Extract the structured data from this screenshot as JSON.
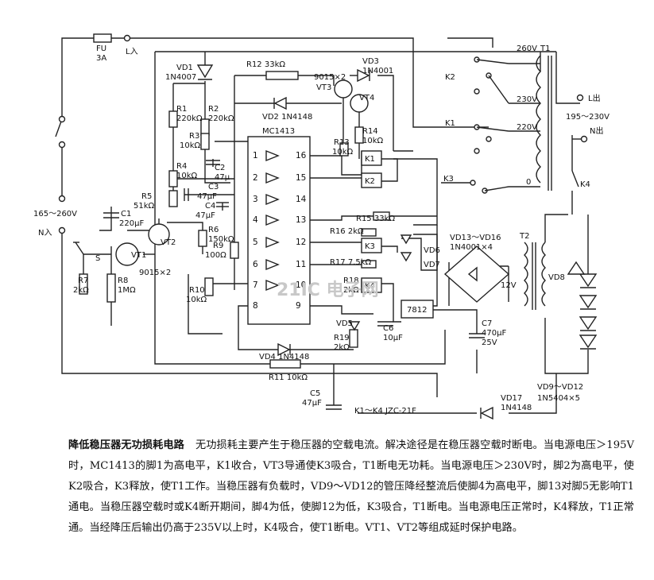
{
  "diagram": {
    "fuse": [
      "FU",
      "3A"
    ],
    "l_in": "L入",
    "n_in": "N入",
    "input_range": "165～260V",
    "l_out": "L出",
    "n_out": "N出",
    "output_range": "195～230V",
    "transformer_t1": "T1",
    "taps": [
      "260V",
      "230V",
      "220V",
      "0"
    ],
    "relays": [
      "K1",
      "K2",
      "K3",
      "K4"
    ],
    "ic": "MC1413",
    "ic_pins_left": [
      "1",
      "2",
      "3",
      "4",
      "5",
      "6",
      "7",
      "8"
    ],
    "ic_pins_right": [
      "16",
      "15",
      "14",
      "13",
      "12",
      "11",
      "10",
      "9"
    ],
    "components": {
      "vd1": [
        "VD1",
        "1N4007"
      ],
      "vd2": "VD2 1N4148",
      "vd3": [
        "VD3",
        "1N4001"
      ],
      "vd4": "VD4 1N4148",
      "vd5": "VD5",
      "vd6": "VD6",
      "vd7": "VD7",
      "vd8": "VD8",
      "vd13_16": [
        "VD13～VD16",
        "1N4001×4"
      ],
      "vd17": [
        "VD17",
        "1N4148"
      ],
      "vd9_12": [
        "VD9～VD12",
        "1N5404×5"
      ],
      "vt": [
        "9015×2",
        "VT3",
        "VT4"
      ],
      "vt1": "VT1",
      "vt2": "VT2",
      "vt12_note": "9015×2",
      "r1": [
        "R1",
        "220kΩ"
      ],
      "r2": [
        "R2",
        "220kΩ"
      ],
      "r3": [
        "R3",
        "10kΩ"
      ],
      "r4": [
        "R4",
        "10kΩ"
      ],
      "r5": [
        "R5",
        "51kΩ"
      ],
      "r6": [
        "R6",
        "150kΩ"
      ],
      "r7": [
        "R7",
        "2kΩ"
      ],
      "r8": [
        "R8",
        "1MΩ"
      ],
      "r9": [
        "R9",
        "100Ω"
      ],
      "r10": [
        "R10",
        "10kΩ"
      ],
      "r11": "R11 10kΩ",
      "r12": "R12 33kΩ",
      "r13": [
        "R13",
        "10kΩ"
      ],
      "r14": [
        "R14",
        "10kΩ"
      ],
      "r15": "R15 33kΩ",
      "r16": "R16 2kΩ",
      "r17": "R17 7.5kΩ",
      "r18": [
        "R18",
        "2kΩ"
      ],
      "r19": [
        "R19",
        "2kΩ"
      ],
      "c1": [
        "C1",
        "220μF"
      ],
      "c2": [
        "C2",
        "47μ"
      ],
      "c3": [
        "C3",
        "47μF"
      ],
      "c4": [
        "C4",
        "47μF"
      ],
      "c5": [
        "C5",
        "47μF"
      ],
      "c6": [
        "C6",
        "10μF"
      ],
      "c7": [
        "C7",
        "470μF",
        "25V"
      ],
      "switch_s": "S",
      "t2": "T2",
      "v12": "12V",
      "reg": "7812",
      "relay_type": "K1～K4 JZC-21F"
    },
    "watermark": "21IC 电子网"
  },
  "caption": {
    "title": "降低稳压器无功损耗电路",
    "body": "无功损耗主要产生于稳压器的空载电流。解决途径是在稳压器空载时断电。当电源电压＞195V时，MC1413的脚1为高电平，K1收合，VT3导通使K3吸合，T1断电无功耗。当电源电压＞230V时，脚2为高电平，使K2吸合，K3释放，使T1工作。当稳压器有负载时，VD9～VD12的管压降经整流后使脚4为高电平，脚13对脚5无影响T1通电。当稳压器空载时或K4断开期间，脚4为低，使脚12为低，K3吸合，T1断电。当电源电压正常时，K4释放，T1正常通。当经降压后输出仍高于235V以上时，K4吸合，使T1断电。VT1、VT2等组成延时保护电路。"
  }
}
